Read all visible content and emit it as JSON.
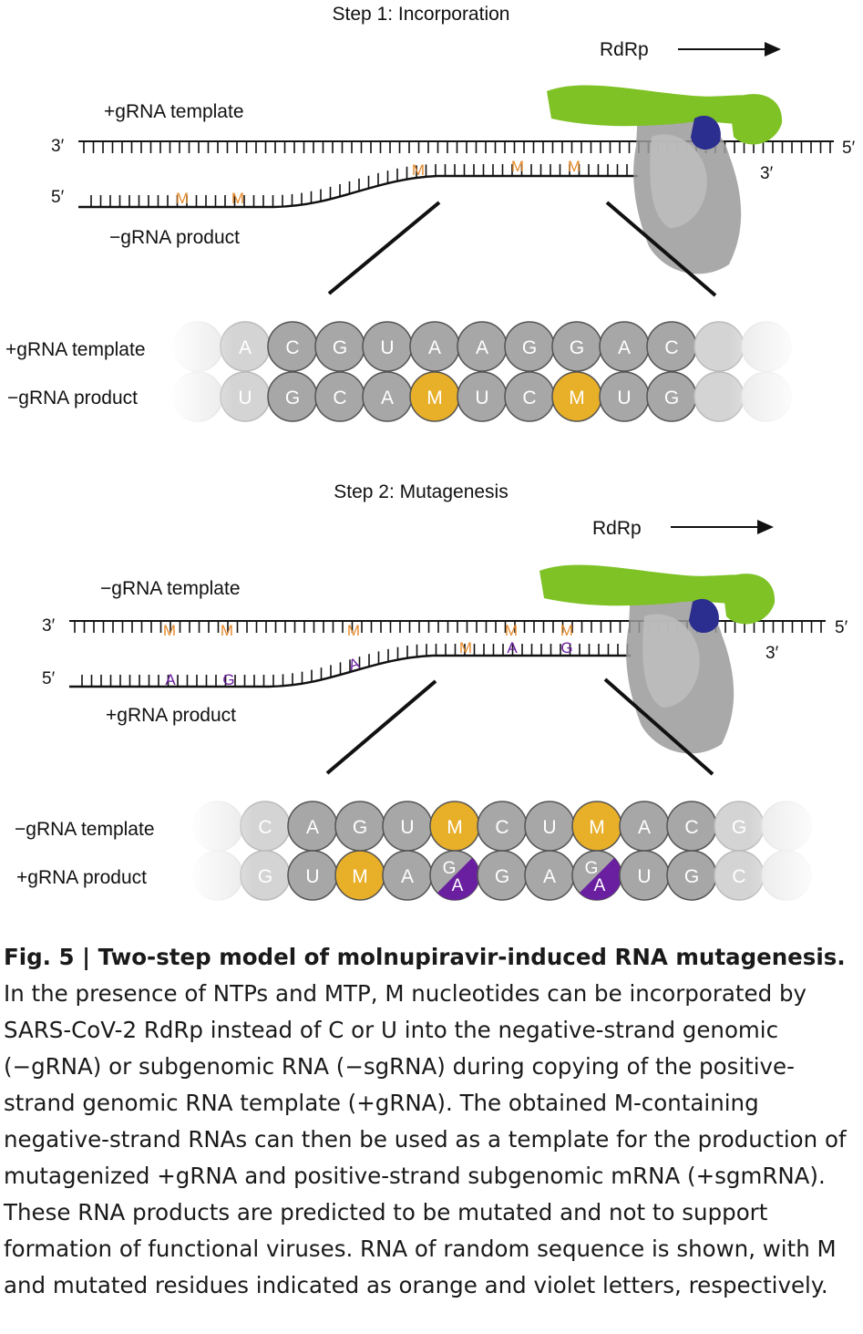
{
  "colors": {
    "orange": "#e8af28",
    "orange_letter": "#e58a2c",
    "violet": "#6a1fa0",
    "gray": "#a7a7a7",
    "green": "#7ec226",
    "blue": "#2c2e8f"
  },
  "step1": {
    "title": "Step 1: Incorporation",
    "rdrp": "RdRp",
    "template_label": "+gRNA template",
    "product_label": "−gRNA product",
    "prime3": "3′",
    "prime5": "5′",
    "prime5_right": "5′",
    "prime3_right": "3′",
    "strand_top_marks": [],
    "strand_bottom_marks": [
      {
        "letter": "M",
        "color": "orange"
      },
      {
        "letter": "M",
        "color": "orange"
      },
      {
        "letter": "M",
        "color": "orange"
      },
      {
        "letter": "M",
        "color": "orange"
      },
      {
        "letter": "M",
        "color": "orange"
      }
    ],
    "rows": {
      "template_label": "+gRNA template",
      "product_label": "−gRNA product",
      "template": [
        "",
        "A",
        "C",
        "G",
        "U",
        "A",
        "A",
        "G",
        "G",
        "A",
        "C",
        "",
        ""
      ],
      "product": [
        "",
        "U",
        "G",
        "C",
        "A",
        "M",
        "U",
        "C",
        "M",
        "U",
        "G",
        "",
        ""
      ]
    }
  },
  "step2": {
    "title": "Step 2: Mutagenesis",
    "rdrp": "RdRp",
    "template_label": "−gRNA template",
    "product_label": "+gRNA product",
    "prime3": "3′",
    "prime5": "5′",
    "prime5_right": "5′",
    "prime3_right": "3′",
    "strand_top_marks": [
      {
        "letter": "M",
        "color": "orange"
      },
      {
        "letter": "M",
        "color": "orange"
      },
      {
        "letter": "M",
        "color": "orange"
      },
      {
        "letter": "M",
        "color": "orange"
      },
      {
        "letter": "M",
        "color": "orange"
      }
    ],
    "strand_bottom_marks": [
      {
        "letter": "A",
        "color": "violet"
      },
      {
        "letter": "G",
        "color": "violet"
      },
      {
        "letter": "A",
        "color": "violet"
      },
      {
        "letter": "M",
        "color": "orange"
      },
      {
        "letter": "A",
        "color": "violet"
      },
      {
        "letter": "G",
        "color": "violet"
      }
    ],
    "rows": {
      "template_label": "−gRNA template",
      "product_label": "+gRNA product",
      "template": [
        "",
        "C",
        "A",
        "G",
        "U",
        "M",
        "C",
        "U",
        "M",
        "A",
        "C",
        "G",
        ""
      ],
      "product": [
        "",
        "G",
        "U",
        "M",
        "A",
        "G/A",
        "G",
        "A",
        "G/A",
        "U",
        "G",
        "C",
        ""
      ]
    }
  },
  "caption": {
    "title": "Fig. 5 | Two-step model of molnupiravir-induced RNA mutagenesis.",
    "body": "In the presence of NTPs and MTP, M nucleotides can be incorporated by SARS-CoV-2 RdRp instead of C or U into the negative-strand genomic (−gRNA) or subgenomic RNA (−sgRNA) during copying of the positive-strand genomic RNA template (+gRNA). The obtained M-containing negative-strand RNAs can then be used as a template for the production of mutagenized +gRNA and positive-strand subgenomic mRNA (+sgmRNA). These RNA products are predicted to be mutated and not to support formation of functional viruses. RNA of random sequence is shown, with M and mutated residues indicated as orange and violet letters, respectively."
  }
}
